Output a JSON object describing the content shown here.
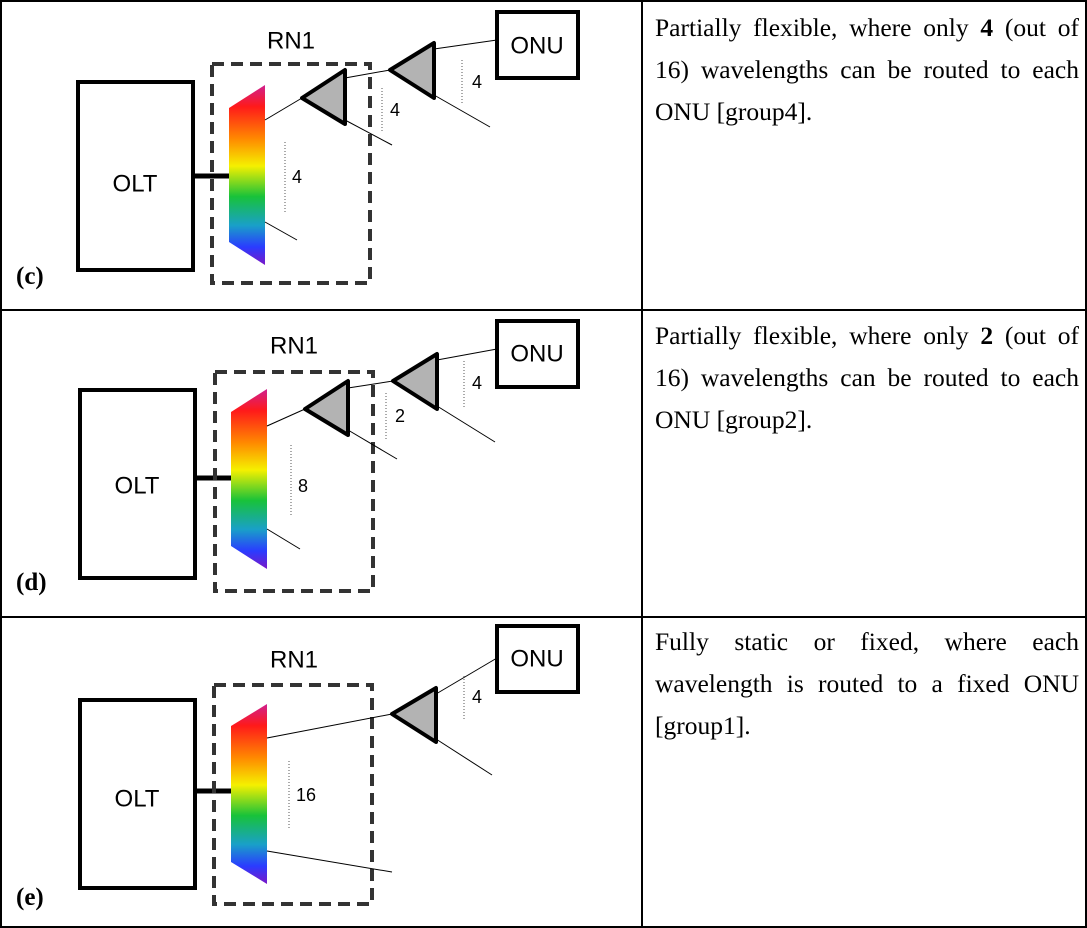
{
  "rows": [
    {
      "label": "(c)",
      "rn_label": "RN1",
      "olt_label": "OLT",
      "onu_label": "ONU",
      "count_awg": "4",
      "count_splitter1": "4",
      "count_splitter2": "4",
      "desc_before": "Partially flexible, where only ",
      "desc_bold": "4",
      "desc_after": " (out of 16) wavelengths can be routed to each ONU [group4]."
    },
    {
      "label": "(d)",
      "rn_label": "RN1",
      "olt_label": "OLT",
      "onu_label": "ONU",
      "count_awg": "8",
      "count_splitter1": "2",
      "count_splitter2": "4",
      "desc_before": "Partially flexible, where only ",
      "desc_bold": "2",
      "desc_after": " (out of 16) wavelengths can be routed to each ONU [group2]."
    },
    {
      "label": "(e)",
      "rn_label": "RN1",
      "olt_label": "OLT",
      "onu_label": "ONU",
      "count_awg": "16",
      "count_splitter2": "4",
      "desc_before": "Fully static or fixed, where each wavelength is routed to a fixed ONU [group1].",
      "desc_bold": "",
      "desc_after": ""
    }
  ],
  "colors": {
    "splitter_fill": "#b3b3b3",
    "border": "#000000"
  }
}
